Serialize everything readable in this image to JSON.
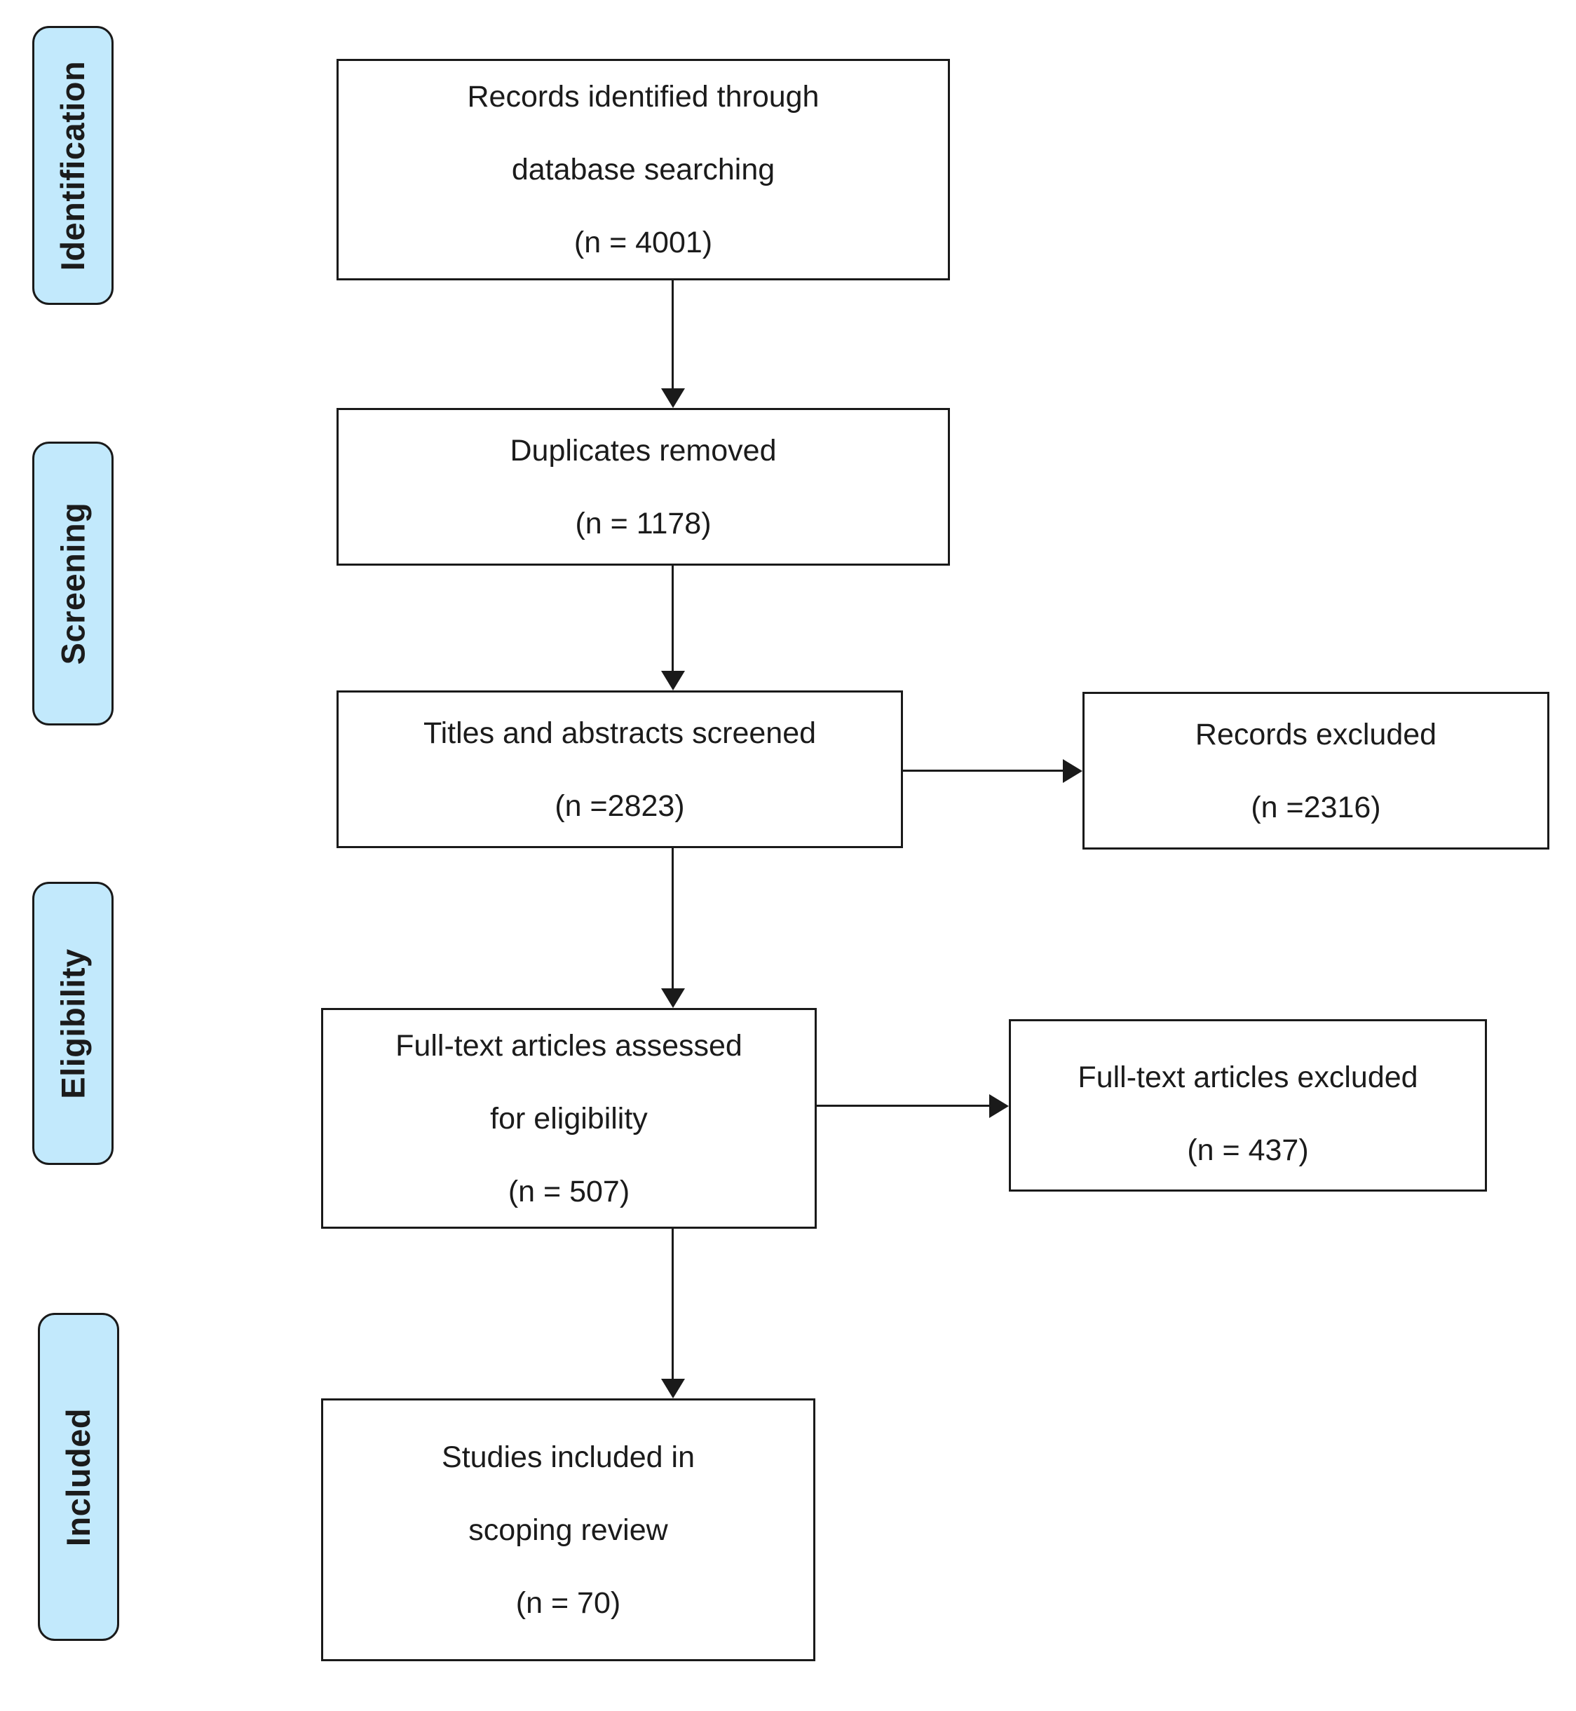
{
  "diagram": {
    "type": "prisma-flowchart",
    "stages": [
      {
        "label": "Identification"
      },
      {
        "label": "Screening"
      },
      {
        "label": "Eligibility"
      },
      {
        "label": "Included"
      }
    ],
    "nodes": {
      "records_identified": {
        "lines": [
          "Records identified through",
          "database searching",
          "(n = 4001)"
        ]
      },
      "duplicates_removed": {
        "lines": [
          "Duplicates removed",
          "(n = 1178)"
        ]
      },
      "titles_abstracts_screened": {
        "lines": [
          "Titles and abstracts screened",
          "(n =2823)"
        ]
      },
      "records_excluded": {
        "lines": [
          "Records excluded",
          "(n =2316)"
        ]
      },
      "fulltext_assessed": {
        "lines": [
          "Full-text articles assessed",
          "for eligibility",
          "(n = 507)"
        ]
      },
      "fulltext_excluded": {
        "lines": [
          "Full-text articles excluded",
          "(n = 437)"
        ]
      },
      "studies_included": {
        "lines": [
          "Studies included in",
          "scoping review",
          "(n = 70)"
        ]
      }
    },
    "colors": {
      "stage_fill": "#c2e9fc",
      "border": "#1a1a1a",
      "background": "#ffffff",
      "text": "#1b1b1b"
    }
  }
}
